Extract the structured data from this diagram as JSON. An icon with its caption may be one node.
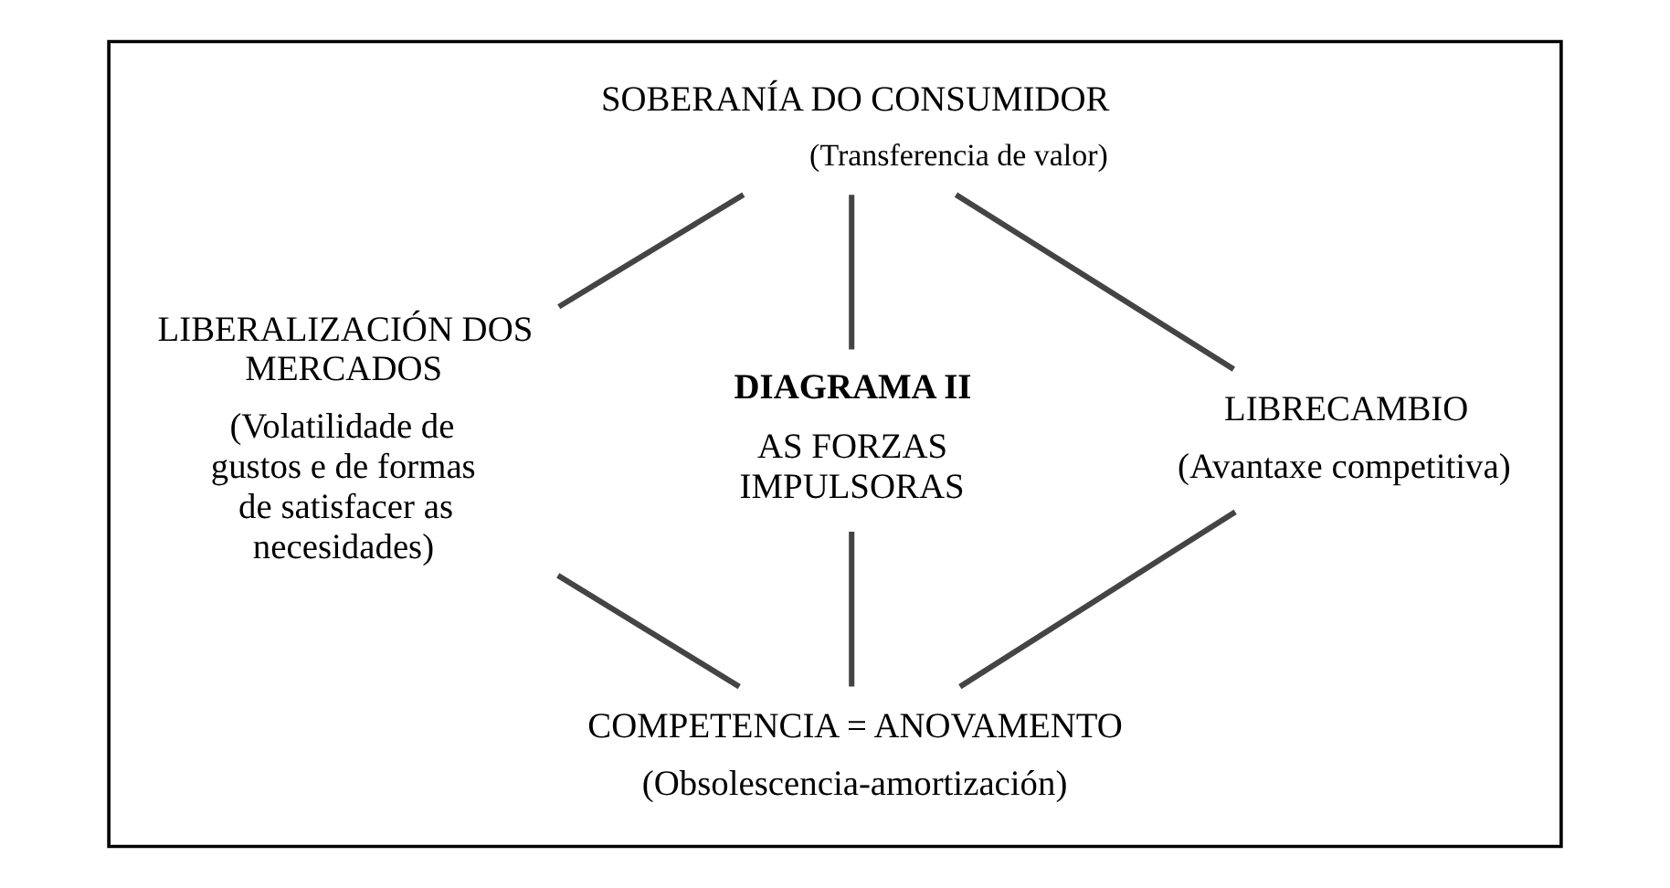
{
  "diagram": {
    "nodes": [
      {
        "text": [],
        "shape": "box"
      },
      {
        "text": [
          "SOBERANÍA DO CONSUMIDOR"
        ],
        "beside": [
          "(Transferencia de valor)"
        ],
        "in": 0
      },
      {
        "text": [
          "LIBERALIZACIÓN DOS MERCADOS",
          "(Volatilidade de gustos e de formas de satisfacer as necesidades)"
        ],
        "in": 0
      },
      {
        "text": [
          "DIAGRAMA II",
          "AS FORZAS IMPULSORAS"
        ],
        "in": 0
      },
      {
        "text": [
          "LIBRECAMBIO",
          "(Avantaxe competitiva)"
        ],
        "in": 0
      },
      {
        "text": [
          "COMPETENCIA = ANOVAMENTO",
          "(Obsolescencia-amortización)"
        ],
        "in": 0
      }
    ],
    "edges": [
      {
        "from": 1,
        "to": 2,
        "arrow": "none"
      },
      {
        "from": 1,
        "to": 3,
        "arrow": "none"
      },
      {
        "from": 1,
        "to": 4,
        "arrow": "none"
      },
      {
        "from": 2,
        "to": 5,
        "arrow": "none"
      },
      {
        "from": 3,
        "to": 5,
        "arrow": "none"
      },
      {
        "from": 4,
        "to": 5,
        "arrow": "none"
      }
    ]
  }
}
